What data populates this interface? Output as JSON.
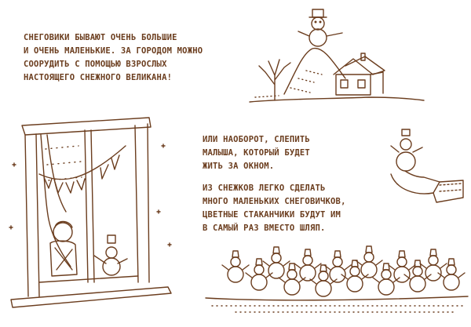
{
  "paragraphs": {
    "p1": [
      "СНЕГОВИКИ БЫВАЮТ ОЧЕНЬ БОЛЬШИЕ",
      "И ОЧЕНЬ МАЛЕНЬКИЕ. ЗА ГОРОДОМ МОЖНО",
      "СООРУДИТЬ С ПОМОЩЬЮ ВЗРОСЛЫХ",
      "НАСТОЯЩЕГО СНЕЖНОГО ВЕЛИКАНА!"
    ],
    "p2": [
      "ИЛИ НАОБОРОТ, СЛЕПИТЬ",
      "МАЛЫША, КОТОРЫЙ БУДЕТ",
      "ЖИТЬ ЗА ОКНОМ."
    ],
    "p3": [
      "ИЗ СНЕЖКОВ ЛЕГКО СДЕЛАТЬ",
      "МНОГО МАЛЕНЬКИХ СНЕГОВИЧКОВ,",
      "ЦВЕТНЫЕ СТАКАНЧИКИ БУДУТ ИМ",
      "В САМЫЙ РАЗ ВМЕСТО ШЛЯП."
    ]
  },
  "colors": {
    "ink": "#6b3d1e",
    "background": "#ffffff"
  },
  "illustrations": [
    "giant-snowman-on-hill",
    "house",
    "bare-tree",
    "window-with-child-and-snowman",
    "hand-holding-snowman",
    "crowd-of-small-snowmen"
  ]
}
